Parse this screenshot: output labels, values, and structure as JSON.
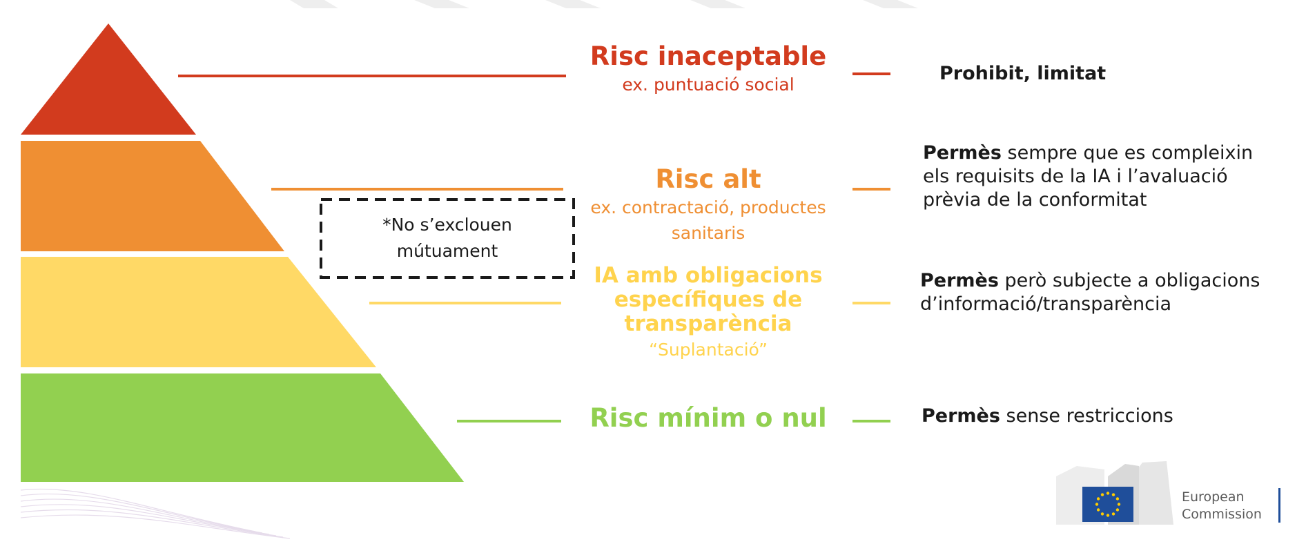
{
  "colors": {
    "red": "#D23B1E",
    "orange": "#EF8F33",
    "yellow": "#FFD966",
    "yellow_text": "#FFD34D",
    "green": "#92D050",
    "eu_blue": "#1F4E9A",
    "eu_gold": "#FFCC00"
  },
  "levels": [
    {
      "title": "Risc inaceptable",
      "subtitle": [
        "ex. puntuació social"
      ],
      "right_bold": "Prohibit, limitat",
      "right_lines": []
    },
    {
      "title": "Risc alt",
      "subtitle": [
        "ex. contractació, productes",
        "sanitaris"
      ],
      "right_bold": "Permès",
      "right_lines": [
        " sempre que es compleixin",
        "els requisits de la IA i l’avaluació",
        "prèvia de la conformitat"
      ]
    },
    {
      "title_lines": [
        "IA amb obligacions",
        "específiques de",
        "transparència"
      ],
      "subtitle": [
        "“Suplantació”"
      ],
      "right_bold": "Permès",
      "right_lines": [
        " però subjecte a obligacions",
        "d’informació/transparència"
      ]
    },
    {
      "title": "Risc mínim o nul",
      "subtitle": [],
      "right_bold": "Permès",
      "right_lines": [
        " sense restriccions"
      ]
    }
  ],
  "note": [
    "*No s’exclouen",
    "mútuament"
  ],
  "logo": {
    "line1": "European",
    "line2": "Commission",
    "icon": "eu-flag-icon"
  }
}
